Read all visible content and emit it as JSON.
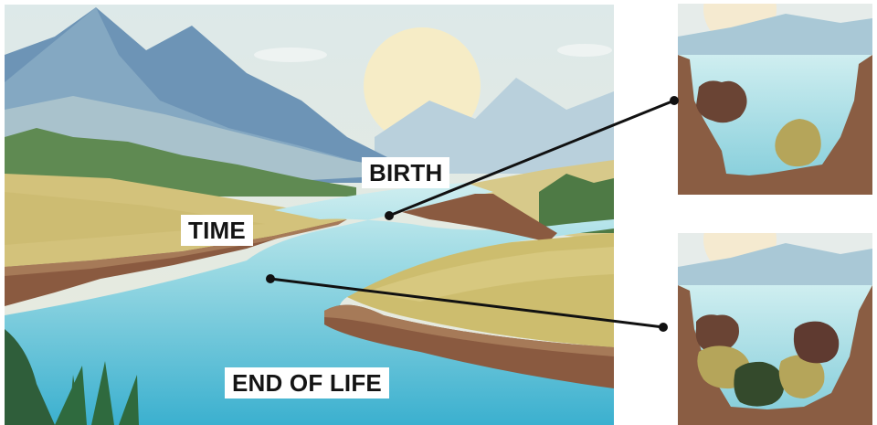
{
  "labels": {
    "birth": "BIRTH",
    "time": "TIME",
    "end_of_life": "END OF LIFE"
  },
  "colors": {
    "sky": "#dfe9ea",
    "river": "#63c2d6",
    "river_light": "#cfeff2",
    "grass": "#d4c57e",
    "cliff": "#8a5a40",
    "rock_dark": "#6a4434",
    "rock_olive": "#b5a55a",
    "rock_green": "#344a2c",
    "connector": "#111111"
  },
  "insets": [
    {
      "name": "upstream-inset",
      "rocks": [
        "rock_dark",
        "rock_olive"
      ]
    },
    {
      "name": "downstream-inset",
      "rocks": [
        "rock_dark",
        "rock_olive",
        "rock_green",
        "rock_olive",
        "rock_dark"
      ]
    }
  ]
}
